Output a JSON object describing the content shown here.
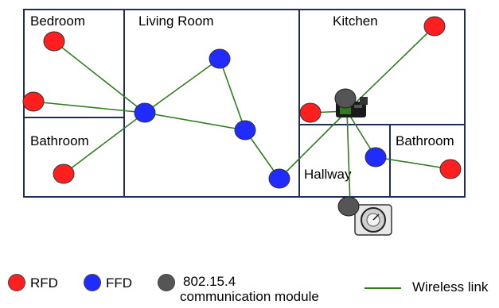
{
  "rooms": {
    "bedroom": "Bedroom",
    "living_room": "Living Room",
    "kitchen": "Kitchen",
    "bathroom_left": "Bathroom",
    "bathroom_right": "Bathroom",
    "hallway": "Hallway"
  },
  "legend": {
    "rfd": "RFD",
    "ffd": "FFD",
    "module_line1": "802.15.4",
    "module_line2": "communication module",
    "wireless": "Wireless link"
  },
  "colors": {
    "rfd": "#ff1f1f",
    "ffd": "#1f2bff",
    "module": "#555555",
    "link": "#2f7d1f",
    "wall": "#1f2d5a"
  }
}
